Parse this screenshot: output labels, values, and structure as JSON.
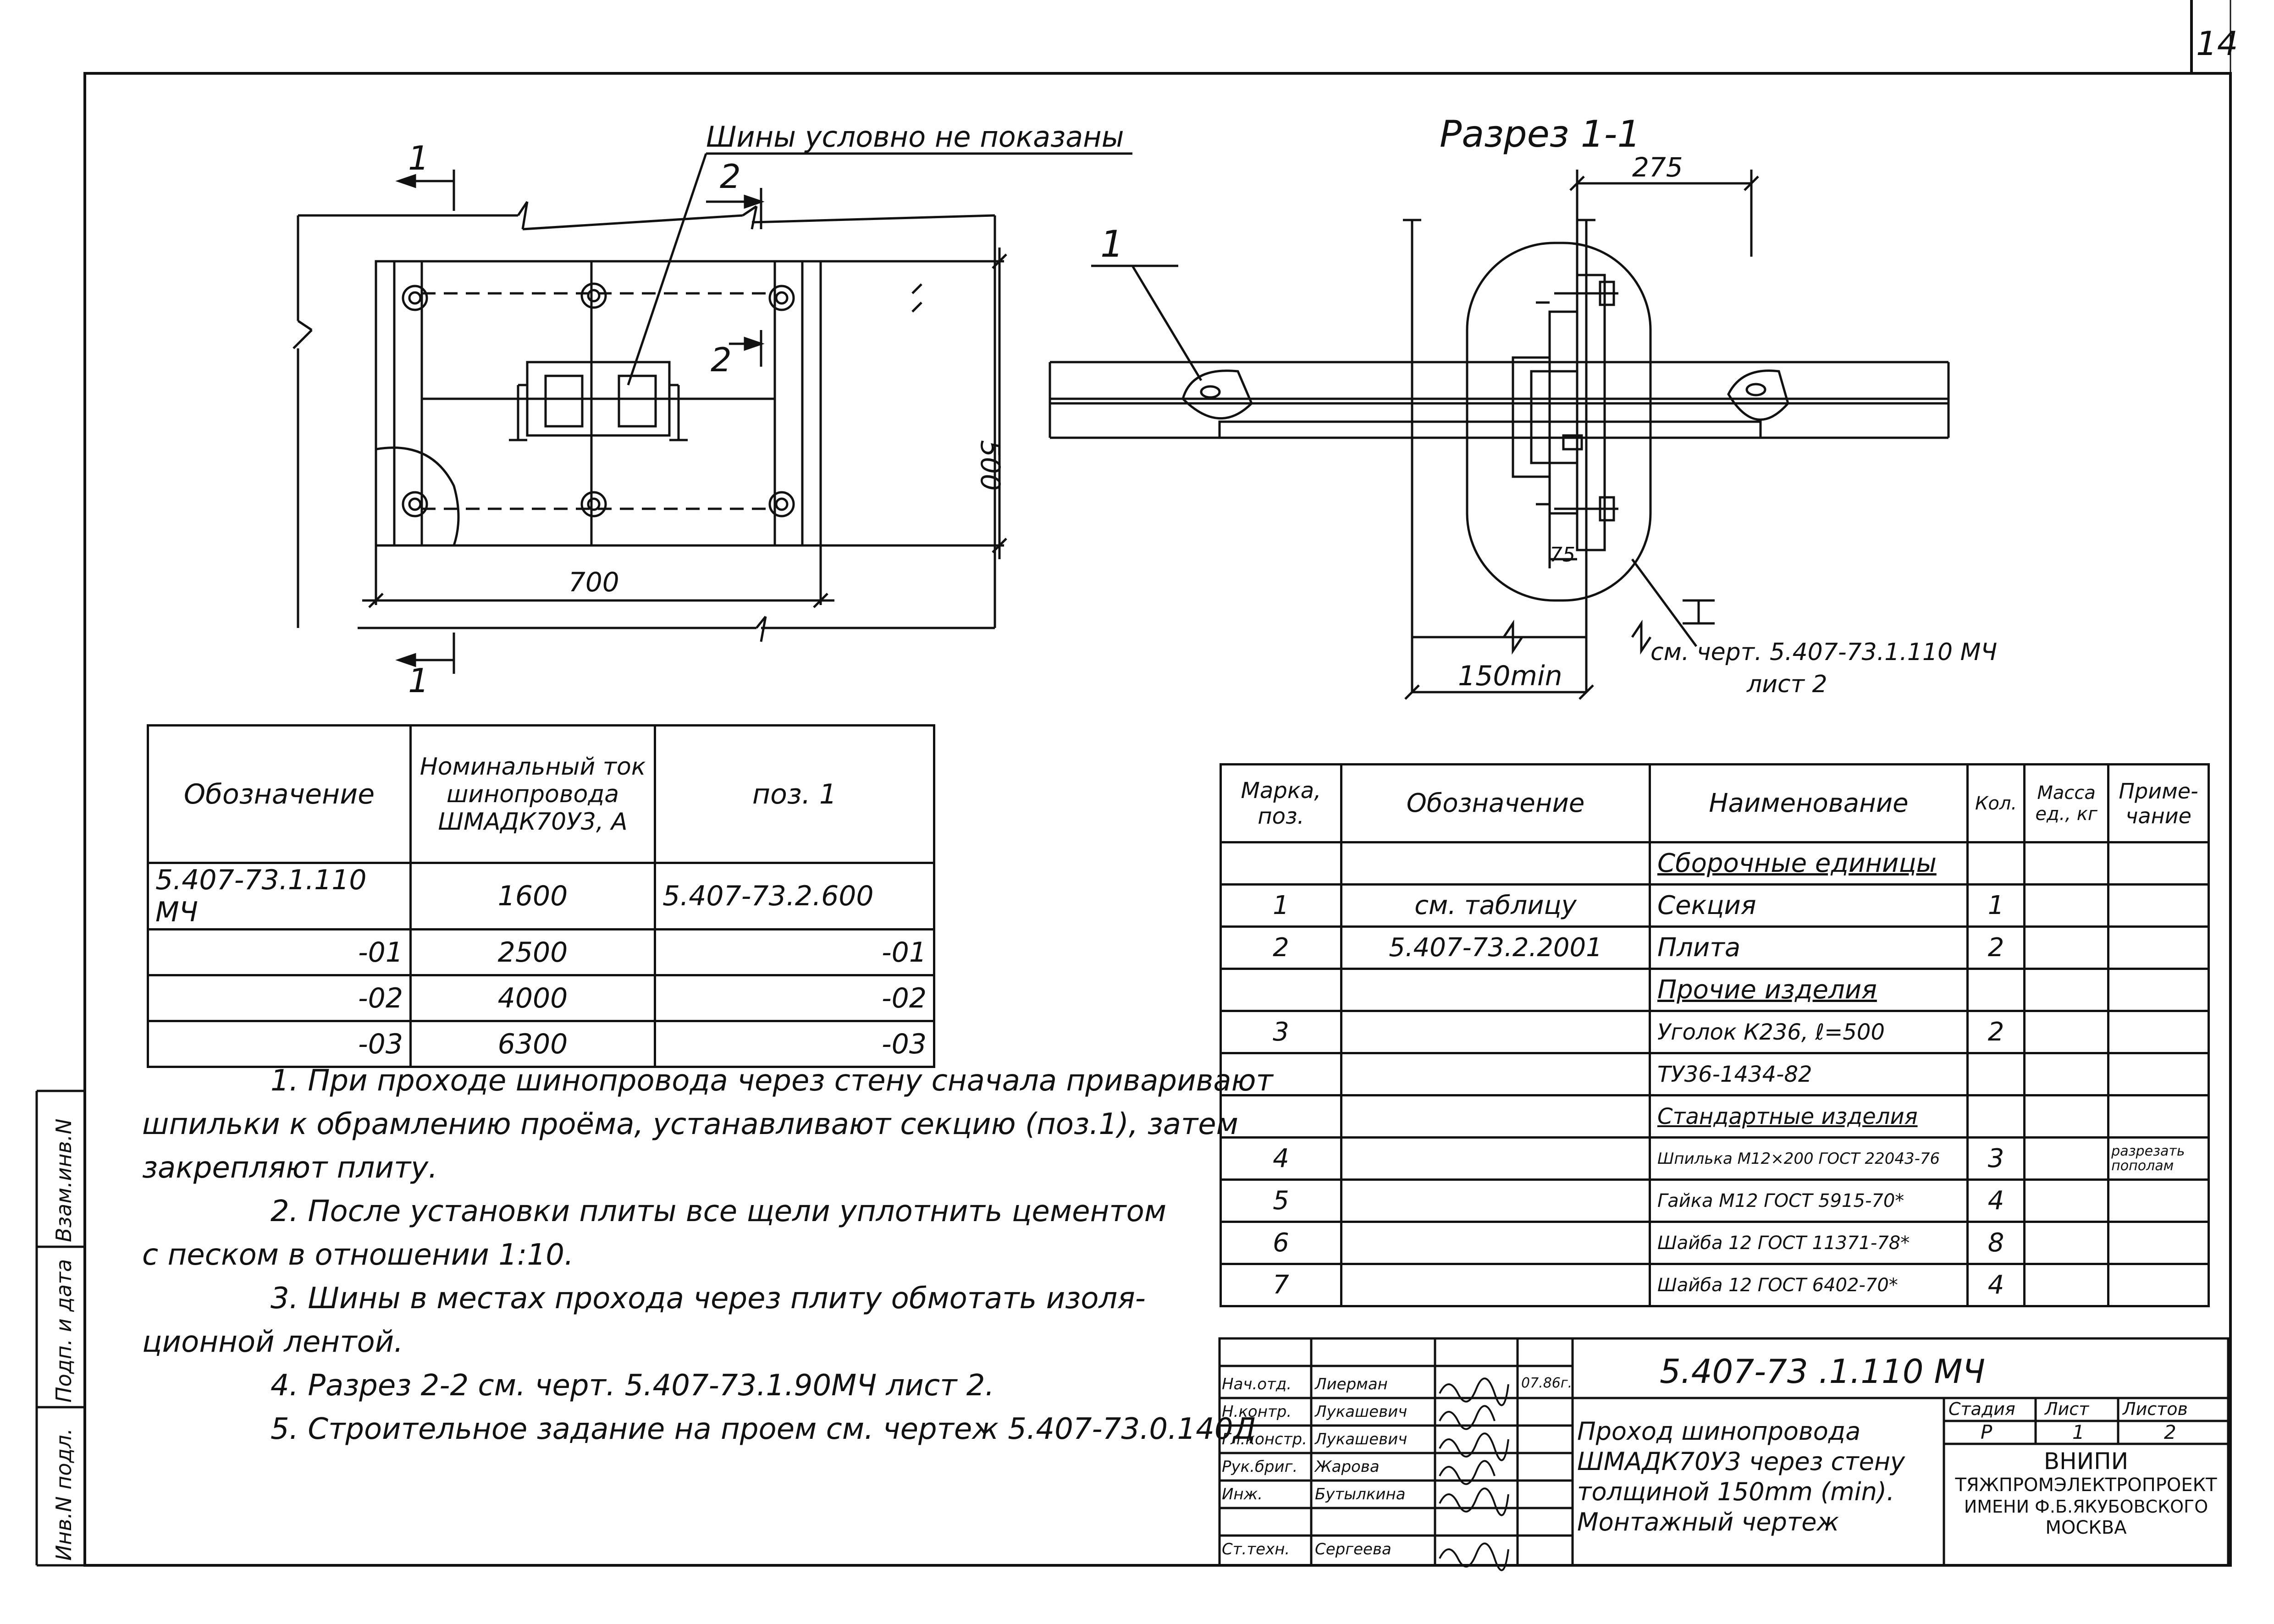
{
  "sheet": {
    "page_number": "14"
  },
  "plan_view": {
    "note_busbars": "Шины условно не показаны",
    "dim_width": "700",
    "dim_height": "500",
    "section_1_label": "1",
    "section_2_label": "2"
  },
  "section_view": {
    "title": "Разрез 1-1",
    "dim_275": "275",
    "dim_75": "75",
    "dim_150": "150min",
    "callout_pos": "1",
    "callout_node": "I",
    "node_ref_line1": "см. черт. 5.407-73.1.110 МЧ",
    "node_ref_line2": "лист 2"
  },
  "variants_table": {
    "headers": [
      "Обозначение",
      "Номинальный ток шинопровода ШМАДК70У3, А",
      "поз. 1"
    ],
    "rows": [
      [
        "5.407-73.1.110 МЧ",
        "1600",
        "5.407-73.2.600"
      ],
      [
        "-01",
        "2500",
        "-01"
      ],
      [
        "-02",
        "4000",
        "-02"
      ],
      [
        "-03",
        "6300",
        "-03"
      ]
    ]
  },
  "notes": [
    "1. При проходе шинопровода через стену сначала приваривают",
    "шпильки к обрамлению проёма, устанавливают секцию (поз.1), затем",
    "закрепляют плиту.",
    "2. После установки плиты все щели уплотнить цементом",
    "с песком в отношении 1:10.",
    "3. Шины в местах прохода через плиту обмотать изоля-",
    "ционной лентой.",
    "4. Разрез 2-2 см. черт. 5.407-73.1.90МЧ лист 2.",
    "5. Строительное задание на проем см. чертеж 5.407-73.0.140Д"
  ],
  "spec_table": {
    "headers": [
      "Марка, поз.",
      "Обозначение",
      "Наименование",
      "Кол.",
      "Масса ед., кг",
      "Приме-чание"
    ],
    "rows": [
      {
        "pos": "",
        "designation": "",
        "name": "Сборочные единицы",
        "qty": "",
        "mass": "",
        "note": "",
        "section": true
      },
      {
        "pos": "1",
        "designation": "см. таблицу",
        "name": "Секция",
        "qty": "1",
        "mass": "",
        "note": ""
      },
      {
        "pos": "2",
        "designation": "5.407-73.2.2001",
        "name": "Плита",
        "qty": "2",
        "mass": "",
        "note": ""
      },
      {
        "pos": "",
        "designation": "",
        "name": "Прочие изделия",
        "qty": "",
        "mass": "",
        "note": "",
        "section": true
      },
      {
        "pos": "3",
        "designation": "",
        "name": "Уголок К236, ℓ=500",
        "qty": "2",
        "mass": "",
        "note": ""
      },
      {
        "pos": "",
        "designation": "",
        "name": "ТУ36-1434-82",
        "qty": "",
        "mass": "",
        "note": ""
      },
      {
        "pos": "",
        "designation": "",
        "name": "Стандартные изделия",
        "qty": "",
        "mass": "",
        "note": "",
        "section": true
      },
      {
        "pos": "4",
        "designation": "",
        "name": "Шпилька М12×200 ГОСТ 22043-76",
        "qty": "3",
        "mass": "",
        "note": "разрезать пополам"
      },
      {
        "pos": "5",
        "designation": "",
        "name": "Гайка М12 ГОСТ 5915-70*",
        "qty": "4",
        "mass": "",
        "note": ""
      },
      {
        "pos": "6",
        "designation": "",
        "name": "Шайба 12 ГОСТ 11371-78*",
        "qty": "8",
        "mass": "",
        "note": ""
      },
      {
        "pos": "7",
        "designation": "",
        "name": "Шайба 12 ГОСТ 6402-70*",
        "qty": "4",
        "mass": "",
        "note": ""
      }
    ]
  },
  "title_block": {
    "doc_code": "5.407-73 .1.110 МЧ",
    "title": "Проход шинопровода ШМАДК70У3 через стену толщиной 150mm (min). Монтажный чертеж",
    "stage_label": "Стадия",
    "sheet_label": "Лист",
    "sheets_label": "Листов",
    "stage": "Р",
    "sheet": "1",
    "sheets": "2",
    "org_line1": "ВНИПИ",
    "org_line2": "ТЯЖПРОМЭЛЕКТРОПРОЕКТ",
    "org_line3": "ИМЕНИ Ф.Б.ЯКУБОВСКОГО",
    "org_line4": "МОСКВА",
    "date": "07.86г.",
    "signers": [
      {
        "role": "Нач.отд.",
        "name": "Лиерман"
      },
      {
        "role": "Н.контр.",
        "name": "Лукашевич"
      },
      {
        "role": "Гл.констр.",
        "name": "Лукашевич"
      },
      {
        "role": "Рук.бриг.",
        "name": "Жарова"
      },
      {
        "role": "Инж.",
        "name": "Бутылкина"
      },
      {
        "role": "Ст.техн.",
        "name": "Сергеева"
      }
    ]
  },
  "margin_stamp": [
    "Инв.N подл.",
    "Подп. и дата",
    "Взам.инв.N"
  ]
}
